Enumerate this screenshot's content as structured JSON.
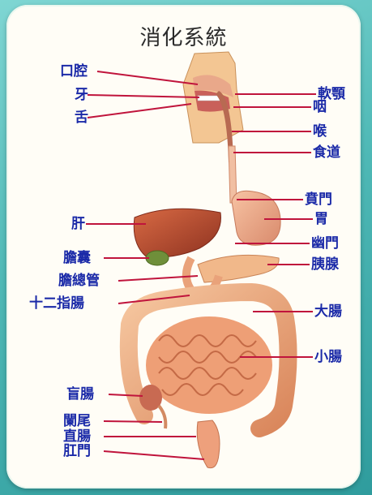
{
  "title": "消化系統",
  "labels_left": {
    "mouth": "口腔",
    "teeth": "牙",
    "tongue": "舌",
    "liver": "肝",
    "gallbladder": "膽囊",
    "bile_duct": "膽總管",
    "duodenum": "十二指腸",
    "cecum": "盲腸",
    "appendix": "闌尾",
    "rectum": "直腸",
    "anus": "肛門"
  },
  "labels_right": {
    "soft_palate": "軟顎",
    "pharynx": "咽",
    "larynx": "喉",
    "esophagus": "食道",
    "cardia": "賁門",
    "stomach": "胃",
    "pylorus": "幽門",
    "pancreas": "胰腺",
    "large_intestine": "大腸",
    "small_intestine": "小腸"
  },
  "colors": {
    "label_text": "#1b2aa8",
    "leader_line": "#c0143c",
    "organ_flesh": "#e8a07a",
    "liver": "#b0452c",
    "background": "#4fb9b6"
  }
}
